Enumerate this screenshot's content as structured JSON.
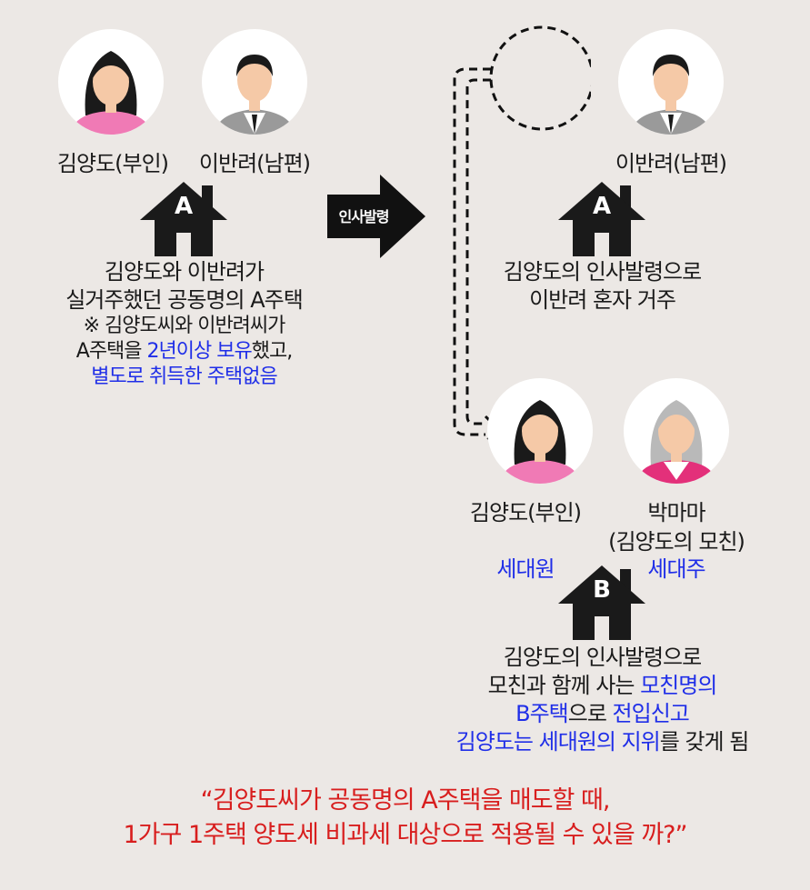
{
  "left": {
    "wife_label": "김양도(부인)",
    "husband_label": "이반려(남편)",
    "house_letter": "A",
    "desc_line1": "김양도와 이반려가",
    "desc_line2": "실거주했던 공동명의 A주택",
    "note_line1": "※ 김양도씨와 이반려씨가",
    "note_line2_a": "A주택을 ",
    "note_line2_b": "2년이상 보유",
    "note_line2_c": "했고,",
    "note_line3": "별도로 취득한 주택없음"
  },
  "arrow": {
    "label": "인사발령"
  },
  "right_top": {
    "husband_label": "이반려(남편)",
    "house_letter": "A",
    "desc_line1": "김양도의 인사발령으로",
    "desc_line2": "이반려 혼자 거주"
  },
  "right_bottom": {
    "wife_label": "김양도(부인)",
    "mother_label_1": "박마마",
    "mother_label_2": "(김양도의 모친)",
    "wife_role": "세대원",
    "mother_role": "세대주",
    "house_letter": "B",
    "desc_line1": "김양도의 인사발령으로",
    "desc_line2_a": "모친과 함께 사는 ",
    "desc_line2_b": "모친명의",
    "desc_line3_a": "B주택",
    "desc_line3_b": "으로 ",
    "desc_line3_c": "전입신고",
    "desc_line4_a": "김양도는 세대원의 지위",
    "desc_line4_b": "를 갖게 됨"
  },
  "question": {
    "line1": "“김양도씨가 공동명의 A주택을 매도할 때,",
    "line2": "1가구 1주택 양도세 비과세 대상으로 적용될 수 있을 까?”"
  },
  "colors": {
    "blue": "#1f2ee8",
    "red": "#d81e1e",
    "background": "#ece8e5"
  }
}
